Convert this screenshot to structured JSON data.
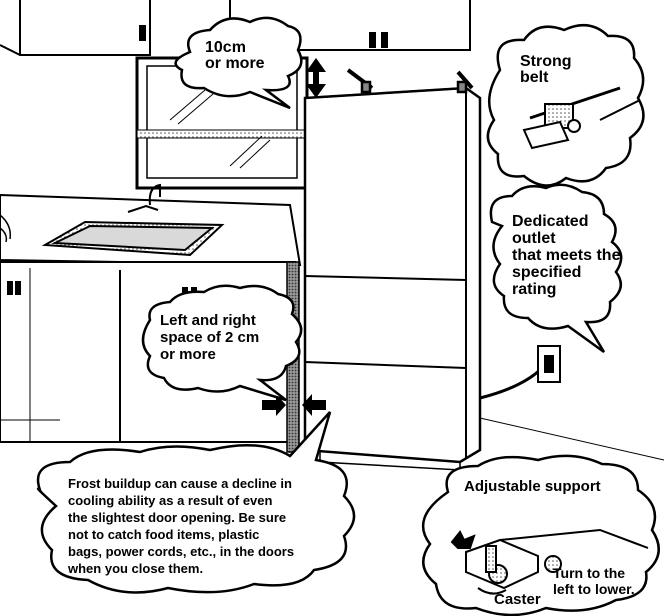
{
  "labels": {
    "clearance_top": "10cm\nor more",
    "strong_belt": "Strong\nbelt",
    "dedicated_outlet": "Dedicated\noutlet\nthat meets the\nspecified\nrating",
    "side_space": "Left and right\nspace of 2 cm\nor more",
    "frost_warning": "Frost buildup can cause a decline in\ncooling ability as a result of even\nthe slightest door opening. Be sure\nnot to catch food items, plastic\nbags, power cords, etc., in the doors\nwhen you close them.",
    "adjustable_support": "Adjustable support",
    "turn_left": "Turn to the\nleft to lower.",
    "caster": "Caster"
  },
  "colors": {
    "line": "#000000",
    "fill": "#ffffff",
    "shade": "#bdbdbd",
    "wall_gray": "#d9d9d9"
  }
}
